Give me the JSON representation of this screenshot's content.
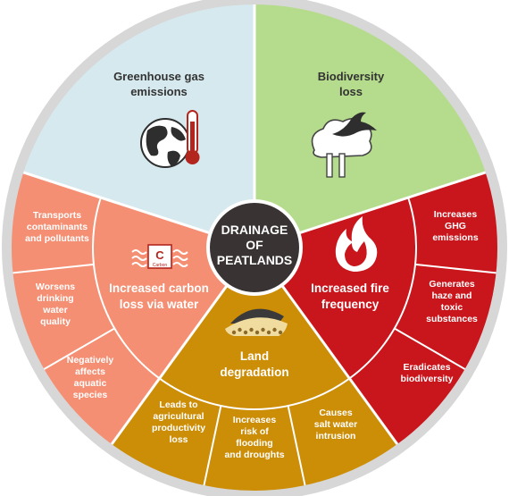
{
  "center": {
    "lines": [
      "DRAINAGE",
      "OF",
      "PEATLANDS"
    ]
  },
  "colors": {
    "ghg": "#d6e9ee",
    "biodiversity": "#b5db8c",
    "fire": "#c8161c",
    "land": "#cc8d07",
    "water": "#f58f73",
    "center": "#3a3333",
    "divider": "#ffffff",
    "ring": "#d7d7d7"
  },
  "segments": {
    "ghg": {
      "title": [
        "Greenhouse gas",
        "emissions"
      ],
      "icon": "globe-thermometer-icon"
    },
    "biodiversity": {
      "title": [
        "Biodiversity",
        "loss"
      ],
      "icon": "bird-tree-icon"
    },
    "fire": {
      "title": [
        "Increased fire",
        "frequency"
      ],
      "icon": "flame-icon",
      "effects": [
        [
          "Increases",
          "GHG",
          "emissions"
        ],
        [
          "Generates",
          "haze and",
          "toxic",
          "substances"
        ],
        [
          "Eradicates",
          "biodiversity"
        ]
      ]
    },
    "land": {
      "title": [
        "Land",
        "degradation"
      ],
      "icon": "soil-mound-icon",
      "effects": [
        [
          "Leads to",
          "agricultural",
          "productivity",
          "loss"
        ],
        [
          "Increases",
          "risk of",
          "flooding",
          "and droughts"
        ],
        [
          "Causes",
          "salt water",
          "intrusion"
        ]
      ]
    },
    "water": {
      "title": [
        "Increased carbon",
        "loss via water"
      ],
      "icon": "carbon-water-icon",
      "icon_label": "C",
      "icon_sublabel": "Carbon",
      "effects": [
        [
          "Transports",
          "contaminants",
          "and pollutants"
        ],
        [
          "Worsens",
          "drinking",
          "water",
          "quality"
        ],
        [
          "Negatively",
          "affects",
          "aquatic",
          "species"
        ]
      ]
    }
  }
}
